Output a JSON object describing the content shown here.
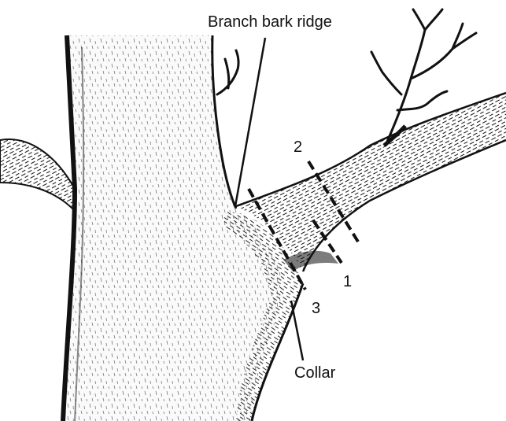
{
  "labels": {
    "branch_bark_ridge": "Branch bark ridge",
    "collar": "Collar",
    "cut_1": "1",
    "cut_2": "2",
    "cut_3": "3"
  },
  "colors": {
    "ink": "#111111",
    "bark_fill": "#f4f4f4",
    "background": "#ffffff"
  }
}
